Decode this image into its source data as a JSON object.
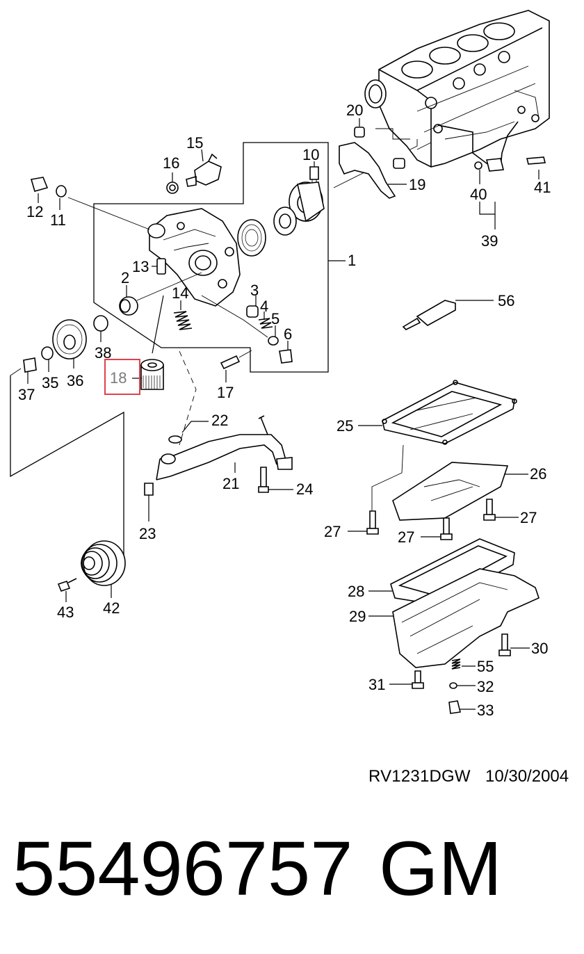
{
  "diagram": {
    "highlight_color": "#e0404a",
    "highlighted_callout": "18",
    "callouts": {
      "c1": "1",
      "c2": "2",
      "c3": "3",
      "c4": "4",
      "c5": "5",
      "c6": "6",
      "c10": "10",
      "c11": "11",
      "c12": "12",
      "c13": "13",
      "c14": "14",
      "c15": "15",
      "c16": "16",
      "c17": "17",
      "c18": "18",
      "c19": "19",
      "c20": "20",
      "c21": "21",
      "c22": "22",
      "c23": "23",
      "c24": "24",
      "c25": "25",
      "c26": "26",
      "c27a": "27",
      "c27b": "27",
      "c27c": "27",
      "c28": "28",
      "c29": "29",
      "c30": "30",
      "c31": "31",
      "c32": "32",
      "c33": "33",
      "c35": "35",
      "c36": "36",
      "c37": "37",
      "c38": "38",
      "c39": "39",
      "c40": "40",
      "c41": "41",
      "c42": "42",
      "c43": "43",
      "c55": "55",
      "c56": "56"
    }
  },
  "footer": {
    "drawing_code": "RV1231DGW",
    "date": "10/30/2004"
  },
  "product": {
    "part_number": "55496757",
    "brand": "GM"
  }
}
